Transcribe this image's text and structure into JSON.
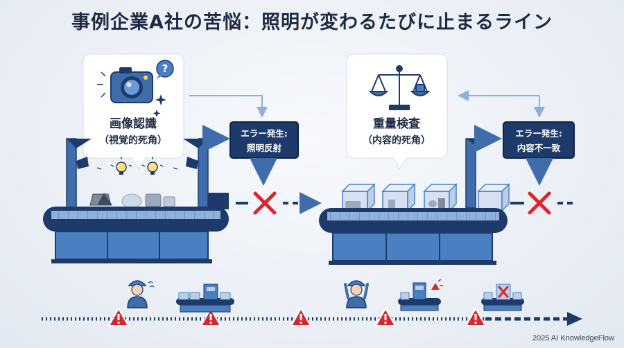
{
  "title": "事例企業A社の苦悩：照明が変わるたびに止まるライン",
  "left": {
    "card_title": "画像認識",
    "card_sub": "（視覚的死角）",
    "error_line1": "エラー発生:",
    "error_line2": "照明反射",
    "question_mark": "?"
  },
  "right": {
    "card_title": "重量検査",
    "card_sub": "（内容的死角）",
    "error_line1": "エラー発生:",
    "error_line2": "内容不一致"
  },
  "credit": "2025 AI KnowledgeFlow",
  "colors": {
    "navy": "#1e3a6b",
    "blue": "#4a7fc1",
    "light_blue": "#b9cfea",
    "red": "#d9262c",
    "panel": "#ffffff"
  }
}
